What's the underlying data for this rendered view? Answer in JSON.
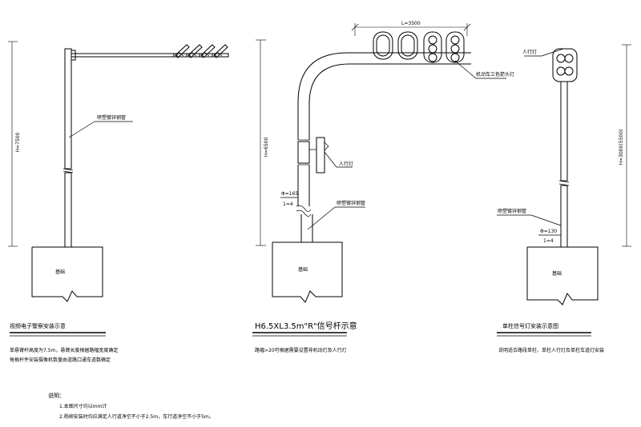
{
  "figure1": {
    "height_label": "H=7500",
    "pipe_label": "喷塑镀锌钢管",
    "foundation_label": "基础",
    "title": "视频电子警察安装示意",
    "note_line1": "单悬臂杆高度为7.5m，悬臂长度根据路幅宽度确定",
    "note_line2": "每根杆件安装摄像机数量由道路口通车道数确定"
  },
  "figure2": {
    "span_label": "L=3500",
    "lamp_label": "机动车三色箭头灯",
    "ped_label": "人行灯",
    "height_label": "H=6500",
    "ratio_top": "Φ=165",
    "ratio_bottom": "1=4",
    "pipe_label": "喷塑镀锌钢管",
    "foundation_label": "基础",
    "title": "H6.5XL3.5m\"R\"信号杆示意",
    "note": "路幅>20可根据需要设置非机动灯及人行灯"
  },
  "figure3": {
    "lamp_label": "人行灯",
    "height_label": "H=3000(5500)",
    "pipe_label": "喷塑镀锌钢管",
    "ratio_top": "Φ=130",
    "ratio_bottom": "1=4",
    "foundation_label": "基础",
    "title": "单柱信号灯安装示意图",
    "note": "说明适合路段单柱、单柱人行灯及单柱车道灯安装"
  },
  "notes": {
    "heading": "说明：",
    "items": [
      "1.本图尺寸均以mm计",
      "2.杨柳安装时均应满足人行道净空不小于2.5m，车行道净空不小于5m。"
    ]
  }
}
